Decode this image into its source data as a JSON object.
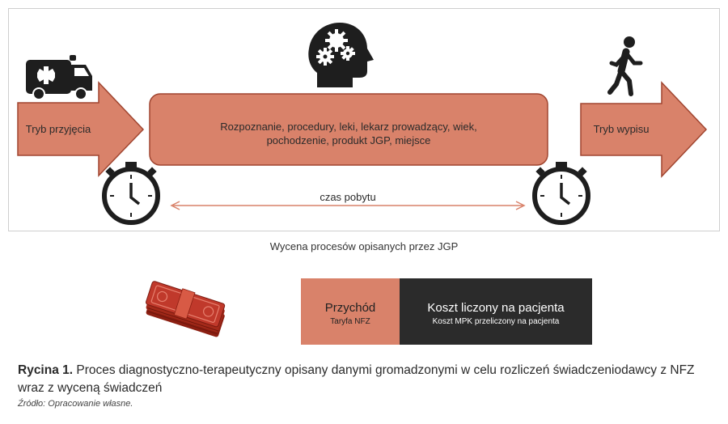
{
  "diagram": {
    "admission_label": "Tryb przyjęcia",
    "discharge_label": "Tryb wypisu",
    "process_text_line1": "Rozpoznanie, procedury, leki, lekarz prowadzący, wiek,",
    "process_text_line2": "pochodzenie, produkt JGP, miejsce",
    "stay_label": "czas pobytu",
    "icons": [
      "ambulance-icon",
      "head-gears-icon",
      "walking-person-icon",
      "stopwatch-icon",
      "money-stack-icon"
    ],
    "colors": {
      "salmon": "#d9826a",
      "dark": "#2b2b2b",
      "stroke": "#a04530"
    }
  },
  "subtitle": "Wycena procesów opisanych przez JGP",
  "revenue": {
    "title": "Przychód",
    "subtitle": "Taryfa NFZ"
  },
  "cost": {
    "title": "Koszt liczony na pacjenta",
    "subtitle": "Koszt MPK przeliczony na pacjenta"
  },
  "caption": {
    "label": "Rycina 1.",
    "text": "Proces diagnostyczno-terapeutyczny opisany danymi gromadzonymi w celu rozliczeń świadczeniodawcy z NFZ wraz z wyceną świadczeń"
  },
  "source": "Źródło: Opracowanie własne."
}
